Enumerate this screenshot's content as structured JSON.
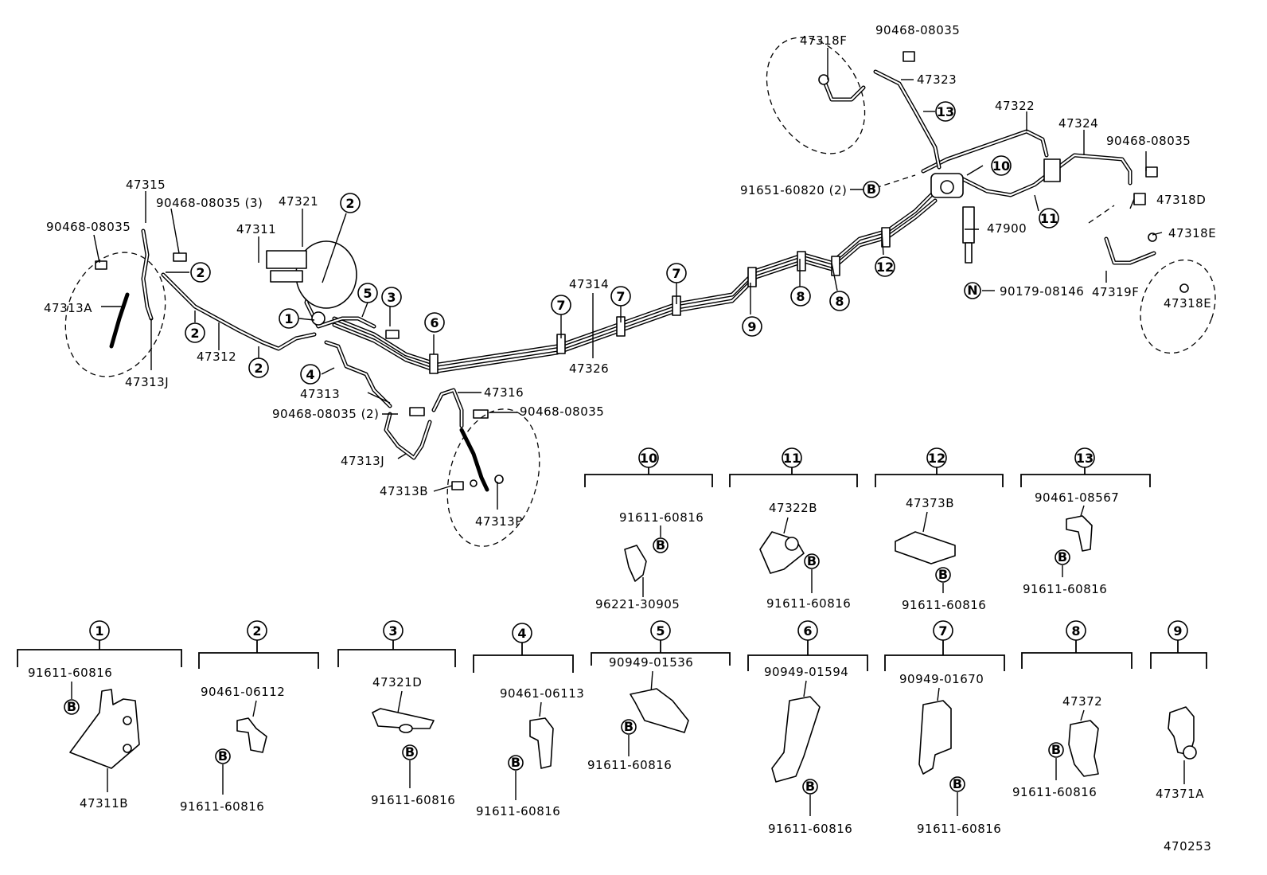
{
  "diagram_id": "470253",
  "parts": {
    "p47318F_top": "47318F",
    "p90468_08035_top": "90468-08035",
    "p47323": "47323",
    "p47322": "47322",
    "p47324": "47324",
    "p90468_08035_right": "90468-08035",
    "p91651": "91651-60820 (2)",
    "p47318D": "47318D",
    "p47318E_a": "47318E",
    "p47318E_b": "47318E",
    "p47319F": "47319F",
    "p47900": "47900",
    "p90179": "90179-08146",
    "p47315": "47315",
    "p90468_3": "90468-08035 (3)",
    "p90468_left": "90468-08035",
    "p47321": "47321",
    "p47311": "47311",
    "p47313A": "47313A",
    "p47313J_a": "47313J",
    "p47312": "47312",
    "p47314": "47314",
    "p47326": "47326",
    "p47313": "47313",
    "p90468_2": "90468-08035 (2)",
    "p47316": "47316",
    "p90468_mid": "90468-08035",
    "p47313J_b": "47313J",
    "p47313B": "47313B",
    "p47313P": "47313P"
  },
  "callouts": {
    "c1": "1",
    "c2": "2",
    "c3": "3",
    "c4": "4",
    "c5": "5",
    "c6": "6",
    "c7": "7",
    "c8": "8",
    "c9": "9",
    "c10": "10",
    "c11": "11",
    "c12": "12",
    "c13": "13",
    "B": "B",
    "N": "N"
  },
  "details": [
    {
      "num": "10",
      "items": [
        "91611-60816",
        "96221-30905"
      ]
    },
    {
      "num": "11",
      "items": [
        "47322B",
        "91611-60816"
      ]
    },
    {
      "num": "12",
      "items": [
        "47373B",
        "91611-60816"
      ]
    },
    {
      "num": "13",
      "items": [
        "90461-08567",
        "91611-60816"
      ]
    },
    {
      "num": "1",
      "items": [
        "91611-60816",
        "47311B"
      ]
    },
    {
      "num": "2",
      "items": [
        "90461-06112",
        "91611-60816"
      ]
    },
    {
      "num": "3",
      "items": [
        "47321D",
        "91611-60816"
      ]
    },
    {
      "num": "4",
      "items": [
        "90461-06113",
        "91611-60816"
      ]
    },
    {
      "num": "5",
      "items": [
        "90949-01536",
        "91611-60816"
      ]
    },
    {
      "num": "6",
      "items": [
        "90949-01594",
        "91611-60816"
      ]
    },
    {
      "num": "7",
      "items": [
        "90949-01670",
        "91611-60816"
      ]
    },
    {
      "num": "8",
      "items": [
        "47372",
        "91611-60816"
      ]
    },
    {
      "num": "9",
      "items": [
        "47371A"
      ]
    }
  ]
}
